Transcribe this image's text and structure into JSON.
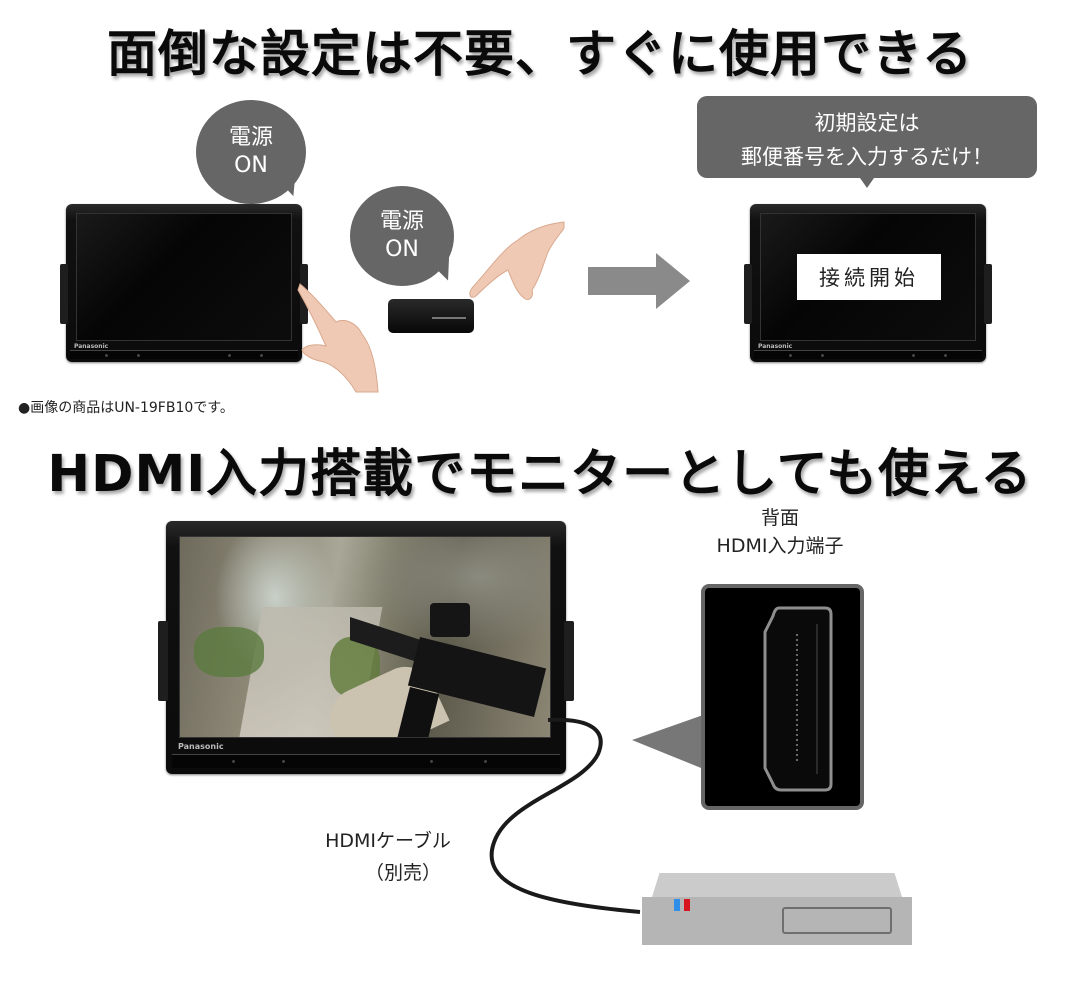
{
  "section1": {
    "headline": "面倒な設定は不要、すぐに使用できる",
    "bubble_tv": {
      "line1": "電源",
      "line2": "ON"
    },
    "bubble_tuner": {
      "line1": "電源",
      "line2": "ON"
    },
    "bubble_setup": {
      "line1": "初期設定は",
      "line2": "郵便番号を入力するだけ！"
    },
    "screen_message": "接続開始",
    "tv_brand": "Panasonic",
    "footnote": "●画像の商品はUN-19FB10です。",
    "arrow_icon": "right-arrow"
  },
  "section2": {
    "headline": "HDMI入力搭載でモニターとしても使える",
    "port_label": {
      "line1": "背面",
      "line2": "HDMI入力端子"
    },
    "cable_label": {
      "line1": "HDMIケーブル",
      "line2": "（別売）"
    },
    "tv_brand": "Panasonic",
    "device_indicator_colors": [
      "#2f8fe8",
      "#d8141c"
    ]
  },
  "colors": {
    "bubble": "#666666",
    "arrow": "#8a8a8a",
    "device_body": "#b5b5b5",
    "device_top": "#cbcbcb"
  }
}
